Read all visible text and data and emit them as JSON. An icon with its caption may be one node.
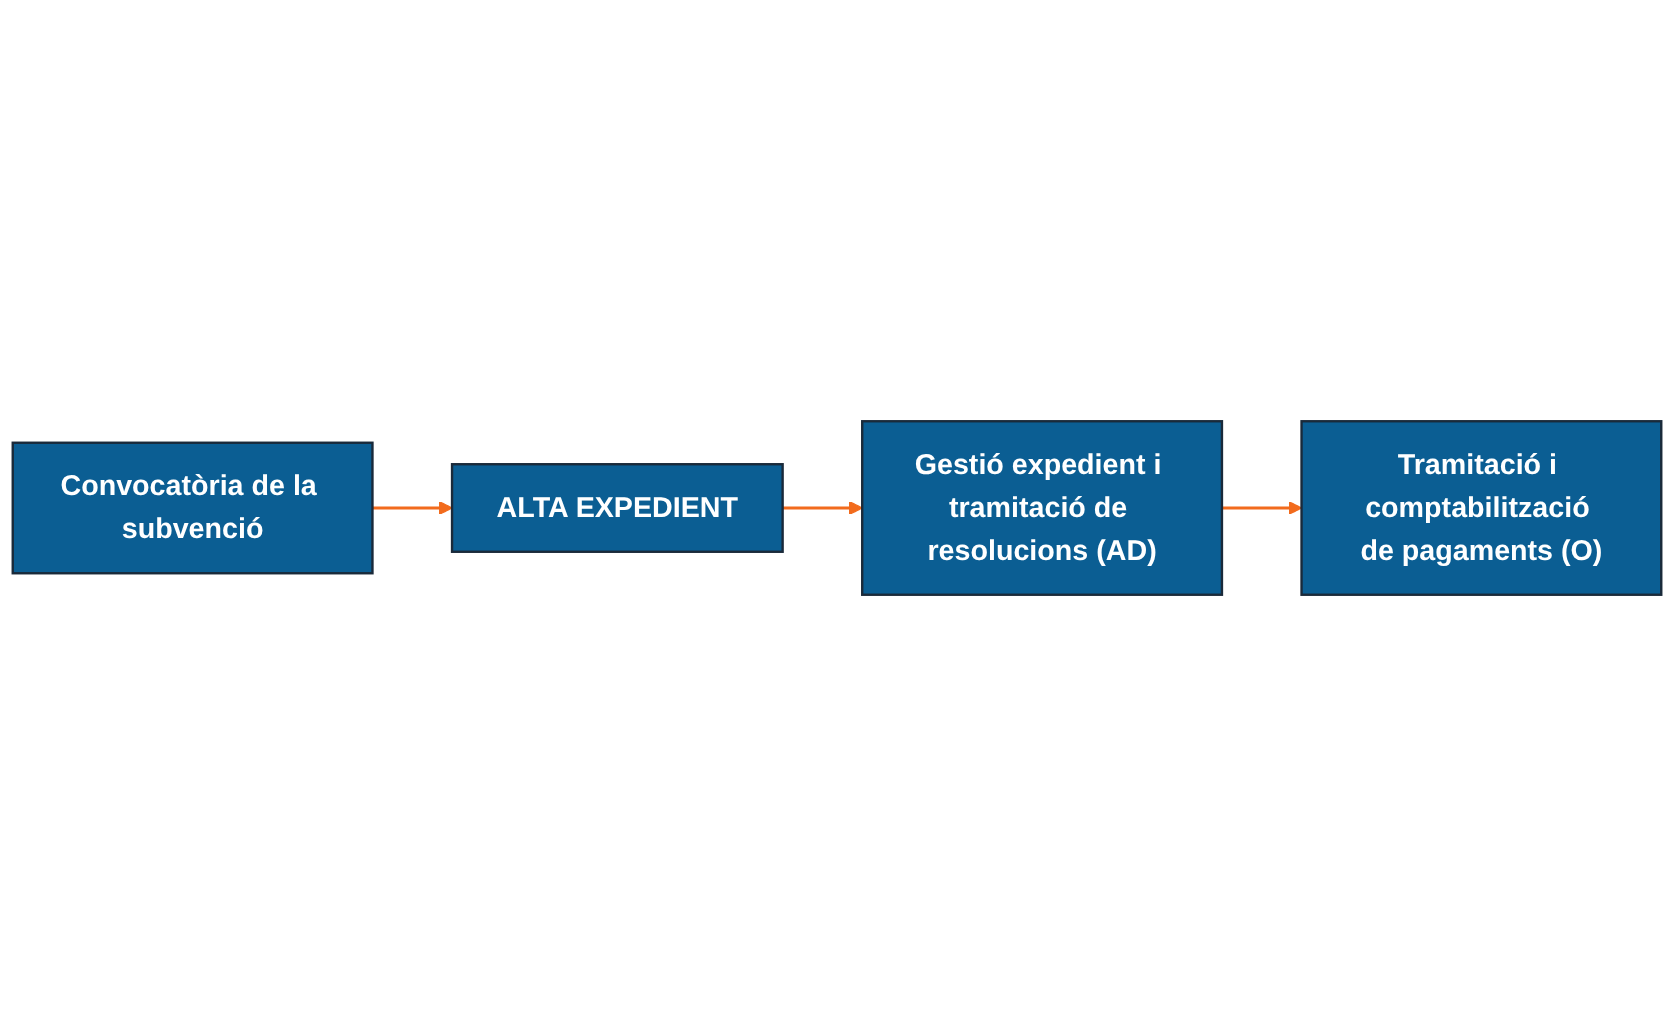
{
  "diagram": {
    "nodes": [
      {
        "text": [
          "Convocatòria de la subvenció"
        ]
      },
      {
        "text": [
          "ALTA EXPEDIENT"
        ]
      },
      {
        "text": [
          "Gestió expedient i tramitació de resolucions (AD)"
        ]
      },
      {
        "text": [
          "Tramitació i comptabilització de pagaments (O)"
        ]
      }
    ],
    "edges": [
      {
        "from": 0,
        "to": 1,
        "arrow": "to"
      },
      {
        "from": 1,
        "to": 2,
        "arrow": "to"
      },
      {
        "from": 2,
        "to": 3,
        "arrow": "to"
      }
    ]
  }
}
